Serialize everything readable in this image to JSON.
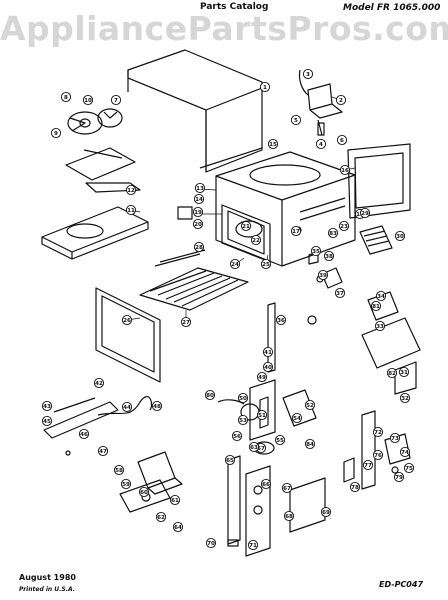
{
  "watermark": "AppliancePartsPros.com",
  "header": {
    "catalog": "Parts Catalog",
    "model": "Model FR 1065.000"
  },
  "footer": {
    "date": "August 1980",
    "printed": "Printed in U.S.A.",
    "code": "ED-PC047"
  },
  "callouts": [
    {
      "id": "c1",
      "label": "1"
    },
    {
      "id": "c2",
      "label": "2"
    },
    {
      "id": "c3",
      "label": "3"
    },
    {
      "id": "c4",
      "label": "4"
    },
    {
      "id": "c5",
      "label": "5"
    },
    {
      "id": "c6",
      "label": "6"
    },
    {
      "id": "c7",
      "label": "7"
    },
    {
      "id": "c8",
      "label": "8"
    },
    {
      "id": "c9",
      "label": "9"
    },
    {
      "id": "c10",
      "label": "10"
    },
    {
      "id": "c11",
      "label": "11"
    },
    {
      "id": "c12",
      "label": "12"
    },
    {
      "id": "c13",
      "label": "13"
    },
    {
      "id": "c14",
      "label": "14"
    },
    {
      "id": "c15",
      "label": "15"
    },
    {
      "id": "c16",
      "label": "16"
    },
    {
      "id": "c17",
      "label": "17"
    },
    {
      "id": "c18",
      "label": "18"
    },
    {
      "id": "c19",
      "label": "19"
    },
    {
      "id": "c20",
      "label": "20"
    },
    {
      "id": "c21",
      "label": "21"
    },
    {
      "id": "c22",
      "label": "22"
    },
    {
      "id": "c23",
      "label": "23"
    },
    {
      "id": "c24",
      "label": "24"
    },
    {
      "id": "c25",
      "label": "25"
    },
    {
      "id": "c26",
      "label": "26"
    },
    {
      "id": "c27",
      "label": "27"
    },
    {
      "id": "c28",
      "label": "28"
    },
    {
      "id": "c29",
      "label": "29"
    },
    {
      "id": "c30",
      "label": "30"
    },
    {
      "id": "c31",
      "label": "31"
    },
    {
      "id": "c32",
      "label": "32"
    },
    {
      "id": "c33",
      "label": "33"
    },
    {
      "id": "c34",
      "label": "34"
    },
    {
      "id": "c35",
      "label": "35"
    },
    {
      "id": "c36",
      "label": "36"
    },
    {
      "id": "c37",
      "label": "37"
    },
    {
      "id": "c38",
      "label": "38"
    },
    {
      "id": "c39",
      "label": "39"
    },
    {
      "id": "c40",
      "label": "40"
    },
    {
      "id": "c41",
      "label": "41"
    },
    {
      "id": "c42",
      "label": "42"
    },
    {
      "id": "c43",
      "label": "43"
    },
    {
      "id": "c44",
      "label": "44"
    },
    {
      "id": "c45",
      "label": "45"
    },
    {
      "id": "c46",
      "label": "46"
    },
    {
      "id": "c47",
      "label": "47"
    },
    {
      "id": "c48",
      "label": "48"
    },
    {
      "id": "c49",
      "label": "49"
    },
    {
      "id": "c50",
      "label": "50"
    },
    {
      "id": "c51",
      "label": "51"
    },
    {
      "id": "c52",
      "label": "52"
    },
    {
      "id": "c53",
      "label": "53"
    },
    {
      "id": "c54",
      "label": "54"
    },
    {
      "id": "c55",
      "label": "55"
    },
    {
      "id": "c56",
      "label": "56"
    },
    {
      "id": "c57",
      "label": "57"
    },
    {
      "id": "c58",
      "label": "58"
    },
    {
      "id": "c59",
      "label": "59"
    },
    {
      "id": "c60",
      "label": "60"
    },
    {
      "id": "c61",
      "label": "61"
    },
    {
      "id": "c62",
      "label": "62"
    },
    {
      "id": "c63",
      "label": "63"
    },
    {
      "id": "c64",
      "label": "64"
    },
    {
      "id": "c65",
      "label": "65"
    },
    {
      "id": "c66",
      "label": "66"
    },
    {
      "id": "c67",
      "label": "67"
    },
    {
      "id": "c68",
      "label": "68"
    },
    {
      "id": "c69",
      "label": "69"
    },
    {
      "id": "c70",
      "label": "70"
    },
    {
      "id": "c71",
      "label": "71"
    },
    {
      "id": "c72",
      "label": "72"
    },
    {
      "id": "c73",
      "label": "73"
    },
    {
      "id": "c74",
      "label": "74"
    },
    {
      "id": "c75",
      "label": "75"
    },
    {
      "id": "c76",
      "label": "76"
    },
    {
      "id": "c77",
      "label": "77"
    },
    {
      "id": "c78",
      "label": "78"
    },
    {
      "id": "c79",
      "label": "79"
    },
    {
      "id": "c80",
      "label": "80"
    },
    {
      "id": "c81",
      "label": "81"
    },
    {
      "id": "c82",
      "label": "82"
    },
    {
      "id": "c83",
      "label": "83"
    },
    {
      "id": "c84",
      "label": "84"
    }
  ]
}
